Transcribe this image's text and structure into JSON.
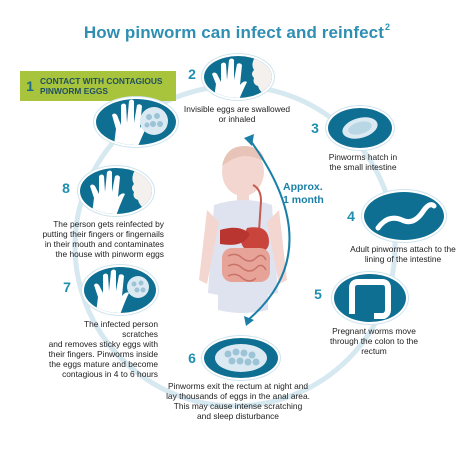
{
  "title": "How pinworm can infect and reinfect",
  "title_sup": "2",
  "center_label": [
    "Approx.",
    "1 month"
  ],
  "steps": [
    {
      "num": "1",
      "text": [
        "CONTACT WITH CONTAGIOUS",
        "PINWORM EGGS"
      ]
    },
    {
      "num": "2",
      "text": [
        "Invisible eggs are swallowed",
        "or inhaled"
      ]
    },
    {
      "num": "3",
      "text": [
        "Pinworms hatch in",
        "the small intestine"
      ]
    },
    {
      "num": "4",
      "text": [
        "Adult pinworms attach to the",
        "lining of the intestine"
      ]
    },
    {
      "num": "5",
      "text": [
        "Pregnant worms move",
        "through the colon to the",
        "rectum"
      ]
    },
    {
      "num": "6",
      "text": [
        "Pinworms exit the rectum at night and",
        "lay thousands of eggs in the anal area.",
        "This may cause intense scratching",
        "and sleep disturbance"
      ]
    },
    {
      "num": "7",
      "text": [
        "The infected person scratches",
        "and removes sticky eggs with",
        "their fingers. Pinworms inside",
        "the eggs mature and become",
        "contagious in 4 to 6 hours"
      ]
    },
    {
      "num": "8",
      "text": [
        "The person gets reinfected by",
        "putting their fingers or fingernails",
        "in their mouth and contaminates",
        "the house with pinworm eggs"
      ]
    }
  ],
  "colors": {
    "title": "#2f8fb3",
    "accent_blue": "#0f6f92",
    "ring": "#d6e8f0",
    "banner": "#a8c43d",
    "arrow": "#1a7fa7"
  }
}
